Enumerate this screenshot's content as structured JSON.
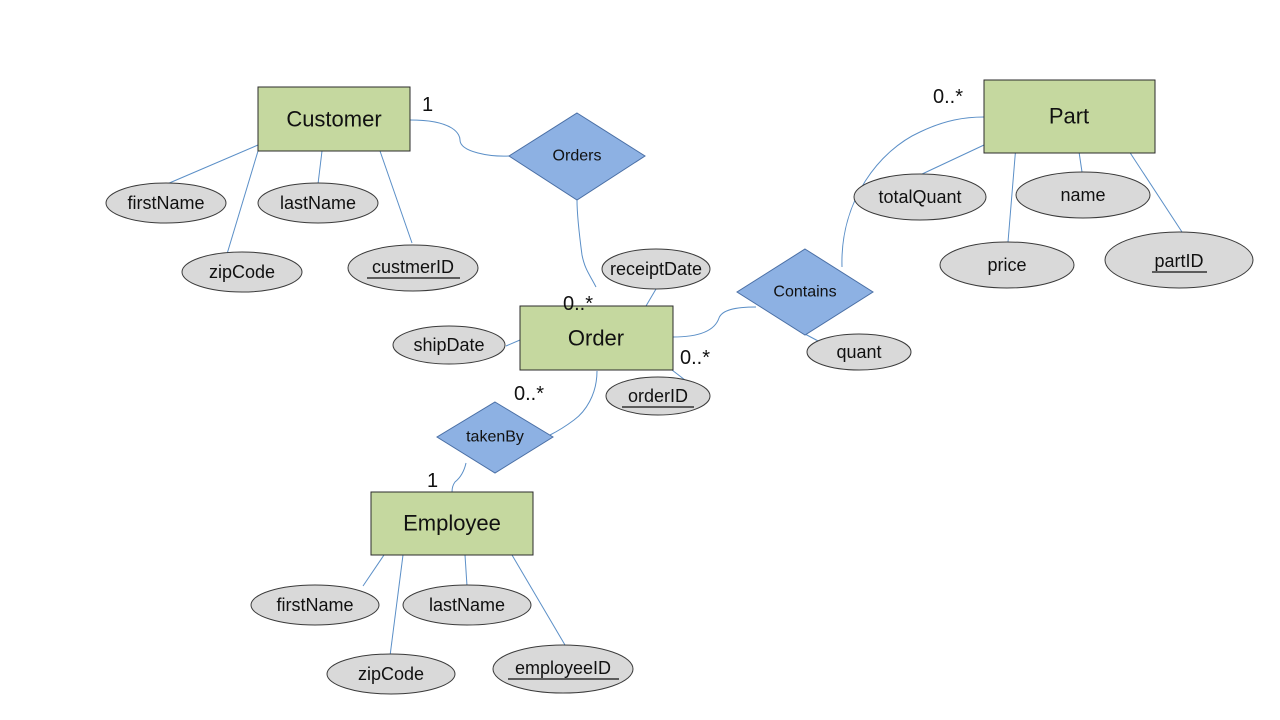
{
  "entities": {
    "customer": "Customer",
    "order": "Order",
    "part": "Part",
    "employee": "Employee"
  },
  "relationships": {
    "orders": "Orders",
    "contains": "Contains",
    "taken_by": "takenBy"
  },
  "attributes": {
    "customer": {
      "first_name": "firstName",
      "last_name": "lastName",
      "zip_code": "zipCode",
      "id": "custmerID"
    },
    "order": {
      "receipt_date": "receiptDate",
      "ship_date": "shipDate",
      "id": "orderID"
    },
    "contains": {
      "quant": "quant"
    },
    "part": {
      "total_quant": "totalQuant",
      "name": "name",
      "price": "price",
      "id": "partID"
    },
    "employee": {
      "first_name": "firstName",
      "last_name": "lastName",
      "zip_code": "zipCode",
      "id": "employeeID"
    }
  },
  "cardinalities": {
    "customer_orders": "1",
    "order_orders": "0..*",
    "order_contains": "0..*",
    "part_contains": "0..*",
    "order_taken_by": "0..*",
    "employee_taken_by": "1"
  },
  "colors": {
    "entity_fill": "#c5d89f",
    "relationship_fill": "#8db1e3",
    "attribute_fill": "#d9d9d9",
    "connector": "#5b8fc7"
  }
}
